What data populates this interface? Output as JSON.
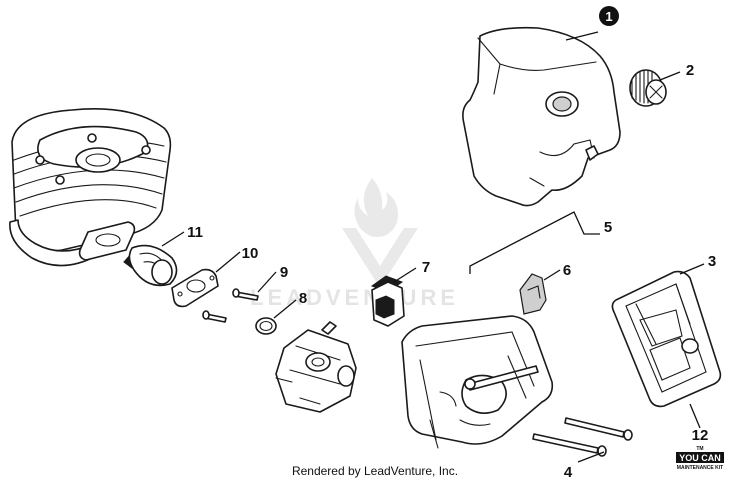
{
  "diagram": {
    "callouts": [
      "1",
      "2",
      "3",
      "4",
      "5",
      "6",
      "7",
      "8",
      "9",
      "10",
      "11",
      "12"
    ],
    "watermark": "LEADVENTURE",
    "kit_badge": {
      "top": "TM",
      "logo": "YOU CAN",
      "subtitle": "MAINTENANCE KIT"
    },
    "credit": "Rendered by LeadVenture, Inc."
  }
}
